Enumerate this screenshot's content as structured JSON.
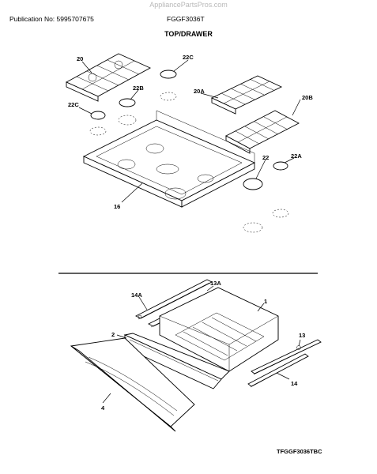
{
  "header": {
    "watermark": "AppliancePartsPros.com",
    "publication": "Publication No: 5995707675",
    "model": "FGGF3036T",
    "section_title": "TOP/DRAWER"
  },
  "callouts": {
    "c20": "20",
    "c22c_top": "22C",
    "c22b": "22B",
    "c22c_left": "22C",
    "c20a": "20A",
    "c20b": "20B",
    "c22": "22",
    "c22a": "22A",
    "c16": "16",
    "c14a": "14A",
    "c13a": "13A",
    "c1": "1",
    "c2": "2",
    "c13": "13",
    "c14": "14",
    "c4": "4"
  },
  "footer": {
    "diagram_code": "TFGGF3036TBC"
  }
}
